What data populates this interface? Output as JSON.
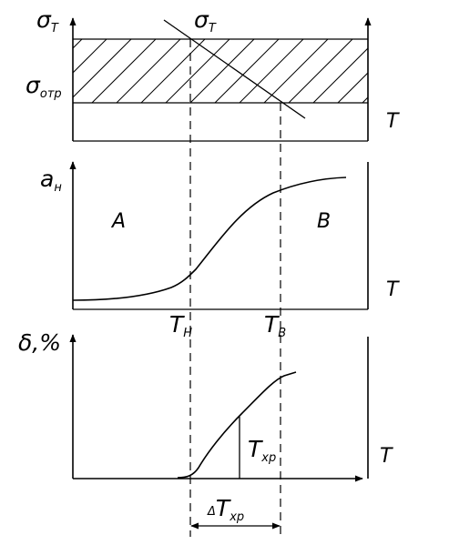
{
  "panel1": {
    "ylabel_main": "σ",
    "ylabel_sub": "T",
    "curve_label_main": "σ",
    "curve_label_sub": "T",
    "level_label_main": "σ",
    "level_label_sub": "отр",
    "xlabel": "T"
  },
  "panel2": {
    "ylabel_main": "a",
    "ylabel_sub": "н",
    "region_left": "A",
    "region_right": "B",
    "xlabel": "T",
    "tick_left_main": "T",
    "tick_left_sub": "H",
    "tick_right_main": "T",
    "tick_right_sub": "B"
  },
  "panel3": {
    "ylabel": "δ,%",
    "xlabel": "T",
    "point_label_main": "T",
    "point_label_sub": "xp",
    "interval_prefix": "Δ",
    "interval_main": "T",
    "interval_sub": "xp"
  }
}
